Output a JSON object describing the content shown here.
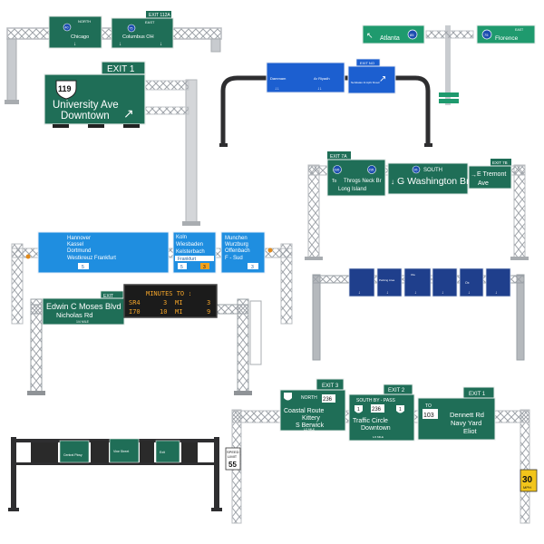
{
  "colors": {
    "sign_green": "#1f6e57",
    "sign_blue": "#1c5fd0",
    "sign_blue_light": "#1f8ee0",
    "truss_gray": "#b9bcc0",
    "pole_dark": "#2e2e30"
  },
  "gantry_1": {
    "left_sign": {
      "route": "40",
      "direction": "NORTH",
      "city": "Chicago"
    },
    "right_sign": {
      "exit": "EXIT 112A",
      "route": "75",
      "direction": "EAST",
      "cities": "Columbus   OH"
    }
  },
  "gantry_2": {
    "exit": "EXIT 1",
    "route": "119",
    "line1": "University Ave",
    "line2": "Downtown"
  },
  "gantry_3": {
    "left_sign": {
      "city": "Atlanta",
      "route": "85"
    },
    "right_sign": {
      "direction": "EAST",
      "route": "75",
      "city": "Florence"
    }
  },
  "gantry_4": {
    "main_left": "Dammam",
    "main_right": "Ar Riyadh",
    "exit_tab": "EXIT NO",
    "exit_text": "Nehdatan Al Aphr Road"
  },
  "gantry_5": {
    "left_exit": "EXIT 7A",
    "left_route_a": "695",
    "left_route_b": "295",
    "left_to": "To",
    "left_line1": "Throgs Neck Br",
    "left_line2": "Long Island",
    "mid_route": "95",
    "mid_direction": "SOUTH",
    "mid_text": "G Washington Br",
    "right_exit": "EXIT 7B",
    "right_line1": "E  Tremont",
    "right_line2": "Ave"
  },
  "gantry_6": {
    "left_lines": [
      "Hannover",
      "Kassel",
      "Dortmund",
      "Westkreuz Frankfurt"
    ],
    "left_badge": "5",
    "mid_lines": [
      "Koln",
      "Wiesbaden",
      "Kelsterbach"
    ],
    "mid_sub": "Frankfurt",
    "mid_badge_a": "5",
    "mid_badge_b": "3",
    "right_lines": [
      "Munchen",
      "Wurzburg",
      "Offenbach",
      "F - Sud"
    ],
    "right_badge": "3"
  },
  "gantry_7": {
    "exit": "EXIT",
    "line1": "Edwin  C  Moses  Blvd",
    "line2": "Nicholas  Rd",
    "distance": "1/4 MILE",
    "vms_title": "MINUTES  TO :",
    "vms_rows": [
      {
        "route": "SR4",
        "miles": "3",
        "unit": "MI",
        "minutes": "3"
      },
      {
        "route": "I70",
        "miles": "10",
        "unit": "MI",
        "minutes": "9"
      }
    ]
  },
  "gantry_8": {
    "sign_labels": [
      "Parking Area",
      "Ola",
      "Ox"
    ]
  },
  "gantry_9": {
    "left_text": "Central Pkwy",
    "mid_text": "Vine Street",
    "right_text": "Exit"
  },
  "gantry_10": {
    "left_exit": "EXIT 3",
    "left_direction": "NORTH",
    "left_route": "236",
    "left_lines": [
      "Coastal   Route",
      "Kittery",
      "S  Berwick"
    ],
    "left_distance": "1/2 MILE",
    "mid_exit": "EXIT 2",
    "mid_header": "SOUTH  BY - PASS",
    "mid_route_a": "1",
    "mid_route_b": "236",
    "mid_route_c": "1",
    "mid_lines": [
      "Traffic  Circle",
      "Downtown"
    ],
    "mid_distance": "1/4 MILE",
    "right_exit": "EXIT 1",
    "right_to": "TO",
    "right_route": "103",
    "right_lines": [
      "Dennett  Rd",
      "Navy  Yard",
      "Eliot"
    ],
    "speed_sign": {
      "top": "SPEED",
      "mid": "LIMIT",
      "value": "55"
    },
    "advisory_sign": {
      "value": "30",
      "unit": "MPH"
    }
  }
}
